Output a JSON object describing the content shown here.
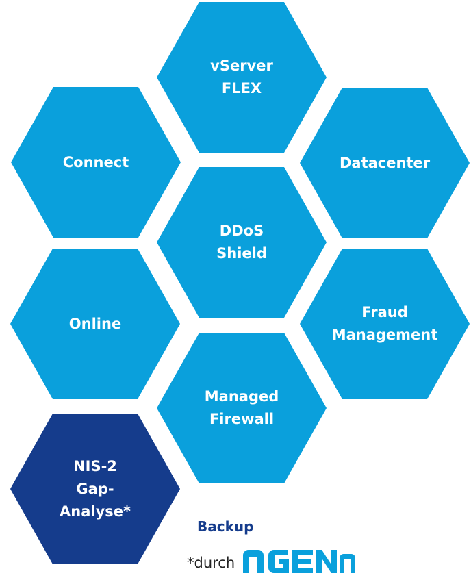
{
  "hexagons": {
    "vserver": {
      "line1": "vServer",
      "line2": "FLEX"
    },
    "connect": {
      "line1": "Connect"
    },
    "datacenter": {
      "line1": "Datacenter"
    },
    "ddos": {
      "line1": "DDoS",
      "line2": "Shield"
    },
    "online": {
      "line1": "Online"
    },
    "fraud": {
      "line1": "Fraud",
      "line2": "Management"
    },
    "firewall": {
      "line1": "Managed",
      "line2": "Firewall"
    },
    "nis2": {
      "line1": "NIS-2",
      "line2": "Gap-",
      "line3": "Analyse*"
    }
  },
  "backup": {
    "label": "Backup"
  },
  "footnote": {
    "text": "*durch",
    "logo_text": "nGENn"
  },
  "colors": {
    "primary": "#0aa0dc",
    "dark": "#153c8c"
  }
}
